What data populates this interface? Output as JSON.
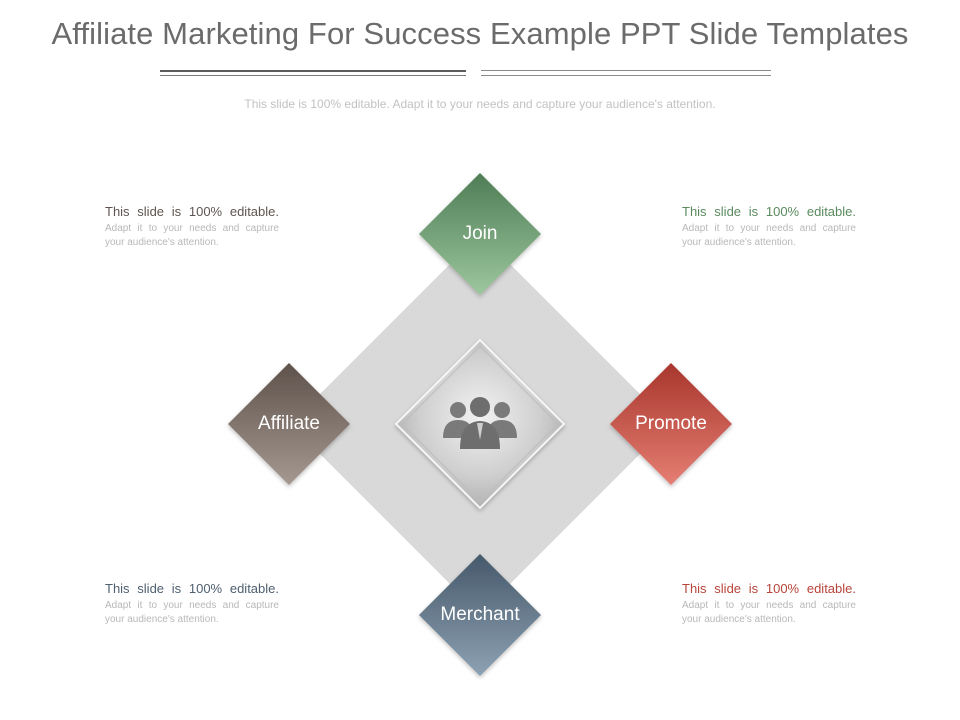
{
  "title": "Affiliate Marketing For Success Example PPT Slide Templates",
  "subtitle": "This slide is 100% editable. Adapt it to your needs and capture your audience's attention.",
  "nodes": {
    "top": {
      "label": "Join",
      "color": "#6e9f73"
    },
    "left": {
      "label": "Affiliate",
      "color": "#7d7068"
    },
    "right": {
      "label": "Promote",
      "color": "#c6544a"
    },
    "bottom": {
      "label": "Merchant",
      "color": "#5d7286"
    }
  },
  "center_icon": "group-of-people-icon",
  "notes": {
    "top_left": {
      "lead": "This slide is 100% editable.",
      "body": " Adapt it to your needs and capture your audience's attention."
    },
    "top_right": {
      "lead": "This slide is 100% editable.",
      "body": " Adapt it to your needs and capture your audience's attention."
    },
    "bottom_left": {
      "lead": "This slide is 100% editable.",
      "body": " Adapt it to your needs and capture your audience's attention."
    },
    "bottom_right": {
      "lead": "This slide is 100% editable.",
      "body": " Adapt it to your needs and capture your audience's attention."
    }
  }
}
